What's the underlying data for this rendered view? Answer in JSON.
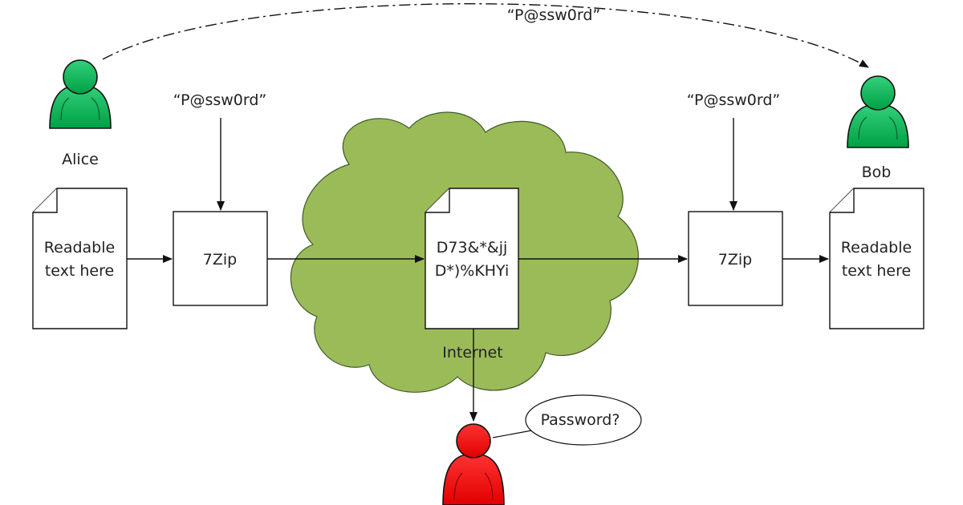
{
  "colors": {
    "cloud_fill": "#9bbb59",
    "cloud_stroke": "#3f5a2a",
    "person_good": "#00b050",
    "person_bad": "#ff0000"
  },
  "people": {
    "alice": {
      "name": "Alice"
    },
    "bob": {
      "name": "Bob"
    },
    "attacker": {
      "name": ""
    }
  },
  "password_shared": "“P@ssw0rd”",
  "password_sender": "“P@ssw0rd”",
  "password_receiver": "“P@ssw0rd”",
  "plain_doc_left": {
    "line1": "Readable",
    "line2": "text here"
  },
  "plain_doc_right": {
    "line1": "Readable",
    "line2": "text here"
  },
  "zip_left": "7Zip",
  "zip_right": "7Zip",
  "cipher_doc": {
    "line1": "D73&*&jj",
    "line2": "D*)%KHYi"
  },
  "network_label": "Internet",
  "speech_bubble": "Password?",
  "icons": {
    "person": "person-icon",
    "document": "document-icon",
    "cloud": "cloud-icon"
  }
}
